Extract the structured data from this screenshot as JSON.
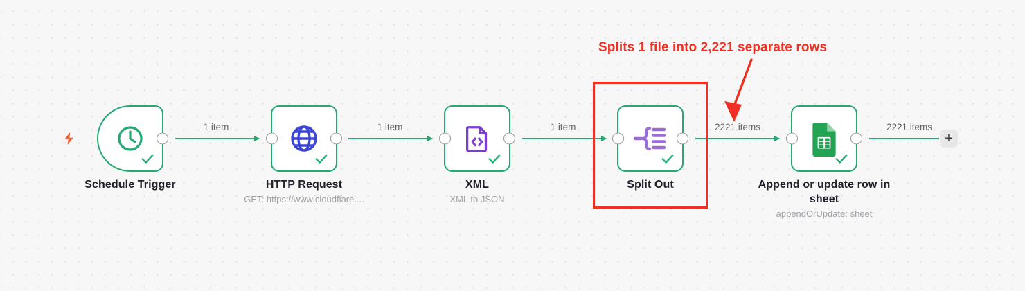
{
  "canvas": {
    "background_color": "#f7f7f7",
    "grid_dot_color": "#dcdcdc"
  },
  "theme": {
    "node_border": "#23a971",
    "connector_line": "#23a971",
    "annotation_red": "#ee3124",
    "label_text": "#20202a",
    "subtitle_text": "#a0a0a6",
    "wire_label_text": "#636368",
    "http_icon": "#3c46d6",
    "xml_icon": "#7a3fd1",
    "split_icon": "#9b6cd8",
    "sheets_icon": "#23a455",
    "bolt_icon": "#f0603a"
  },
  "trigger": {
    "bolt_icon_name": "lightning-bolt-icon"
  },
  "nodes": [
    {
      "id": "schedule-trigger",
      "label": "Schedule Trigger",
      "subtitle": "",
      "icon": "clock-icon",
      "status": "success"
    },
    {
      "id": "http-request",
      "label": "HTTP Request",
      "subtitle": "GET: https://www.cloudflare....",
      "icon": "globe-icon",
      "status": "success"
    },
    {
      "id": "xml",
      "label": "XML",
      "subtitle": "XML to JSON",
      "icon": "xml-file-icon",
      "status": "success"
    },
    {
      "id": "split-out",
      "label": "Split Out",
      "subtitle": "",
      "icon": "split-out-icon",
      "status": "success"
    },
    {
      "id": "append-or-update-row-in-sheet",
      "label": "Append or update row in sheet",
      "subtitle": "appendOrUpdate: sheet",
      "icon": "google-sheets-icon",
      "status": "success"
    }
  ],
  "connections": [
    {
      "from": "schedule-trigger",
      "to": "http-request",
      "label": "1 item"
    },
    {
      "from": "http-request",
      "to": "xml",
      "label": "1 item"
    },
    {
      "from": "xml",
      "to": "split-out",
      "label": "1 item"
    },
    {
      "from": "split-out",
      "to": "append-or-update-row-in-sheet",
      "label": "2221 items"
    },
    {
      "from": "append-or-update-row-in-sheet",
      "to": "add-node",
      "label": "2221 items"
    }
  ],
  "annotation": {
    "text": "Splits 1 file into 2,221 separate rows",
    "target_node": "split-out",
    "arrow_icon": "arrow-down-left-icon"
  },
  "add_button": {
    "label": "+",
    "icon": "plus-icon"
  }
}
